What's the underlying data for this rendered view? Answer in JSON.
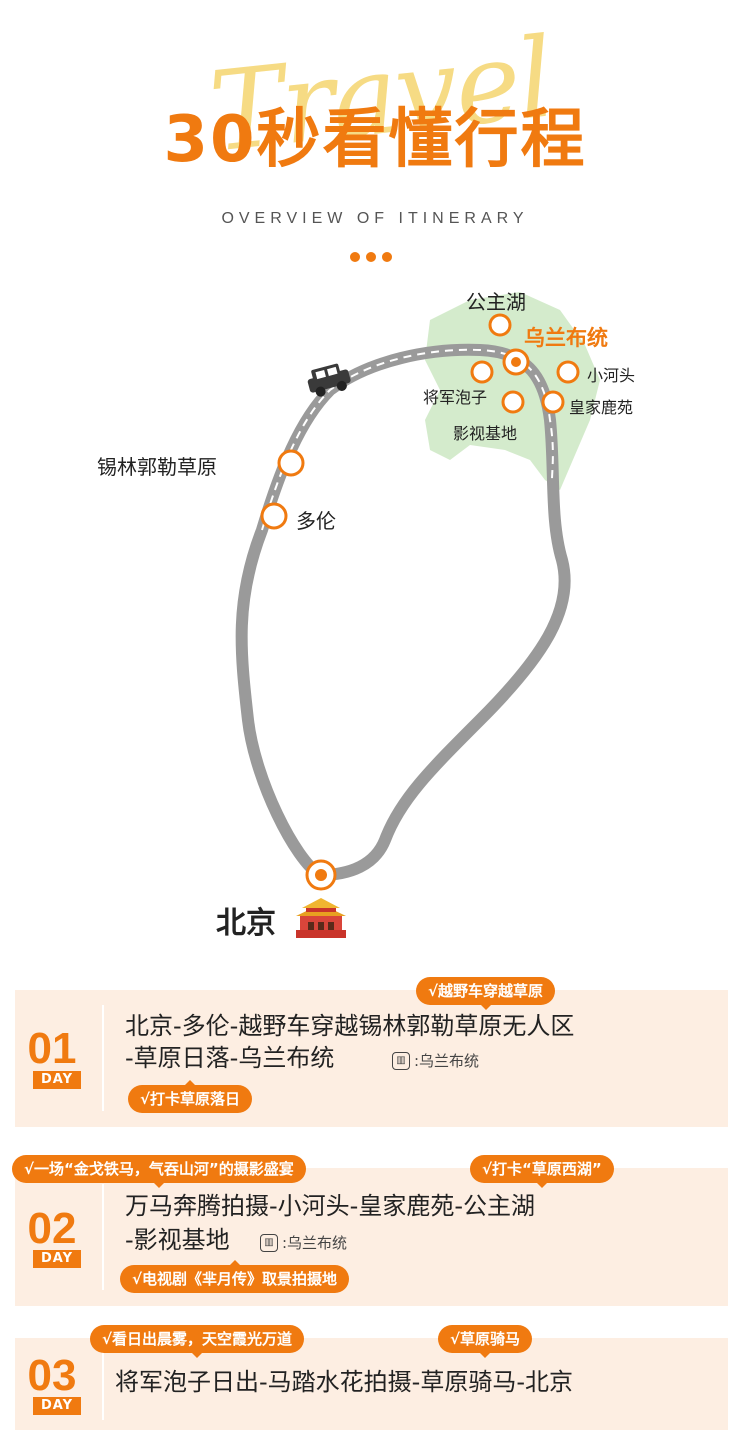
{
  "header": {
    "script_word": "Travel",
    "title": "30秒看懂行程",
    "subtitle": "OVERVIEW OF ITINERARY"
  },
  "map": {
    "places": {
      "gongzhuhu": "公主湖",
      "wulanbutong": "乌兰布统",
      "xiaohetou": "小河头",
      "jiangjunpaozi": "将军泡子",
      "huangjialuyuan": "皇家鹿苑",
      "yingshijidi": "影视基地",
      "xilinguole": "锡林郭勒草原",
      "duolun": "多伦",
      "beijing": "北京"
    }
  },
  "days": [
    {
      "num": "01",
      "word": "DAY",
      "route_line1": "北京-多伦-越野车穿越锡林郭勒草原无人区",
      "route_line2": "-草原日落-乌兰布统",
      "hotel": ":乌兰布统",
      "tags": [
        "√越野车穿越草原",
        "√打卡草原落日"
      ]
    },
    {
      "num": "02",
      "word": "DAY",
      "route_line1": "万马奔腾拍摄-小河头-皇家鹿苑-公主湖",
      "route_line2": "-影视基地",
      "hotel": ":乌兰布统",
      "tags": [
        "√一场“金戈铁马，气吞山河”的摄影盛宴",
        "√打卡“草原西湖”",
        "√电视剧《芈月传》取景拍摄地"
      ]
    },
    {
      "num": "03",
      "word": "DAY",
      "route_line1": "将军泡子日出-马踏水花拍摄-草原骑马-北京",
      "tags": [
        "√看日出晨雾，天空霞光万道",
        "√草原骑马"
      ]
    }
  ],
  "colors": {
    "accent": "#f07a10",
    "card_bg": "#fdeee2",
    "route_gray": "#9a9a9a",
    "region_green": "#cfe9c6"
  }
}
